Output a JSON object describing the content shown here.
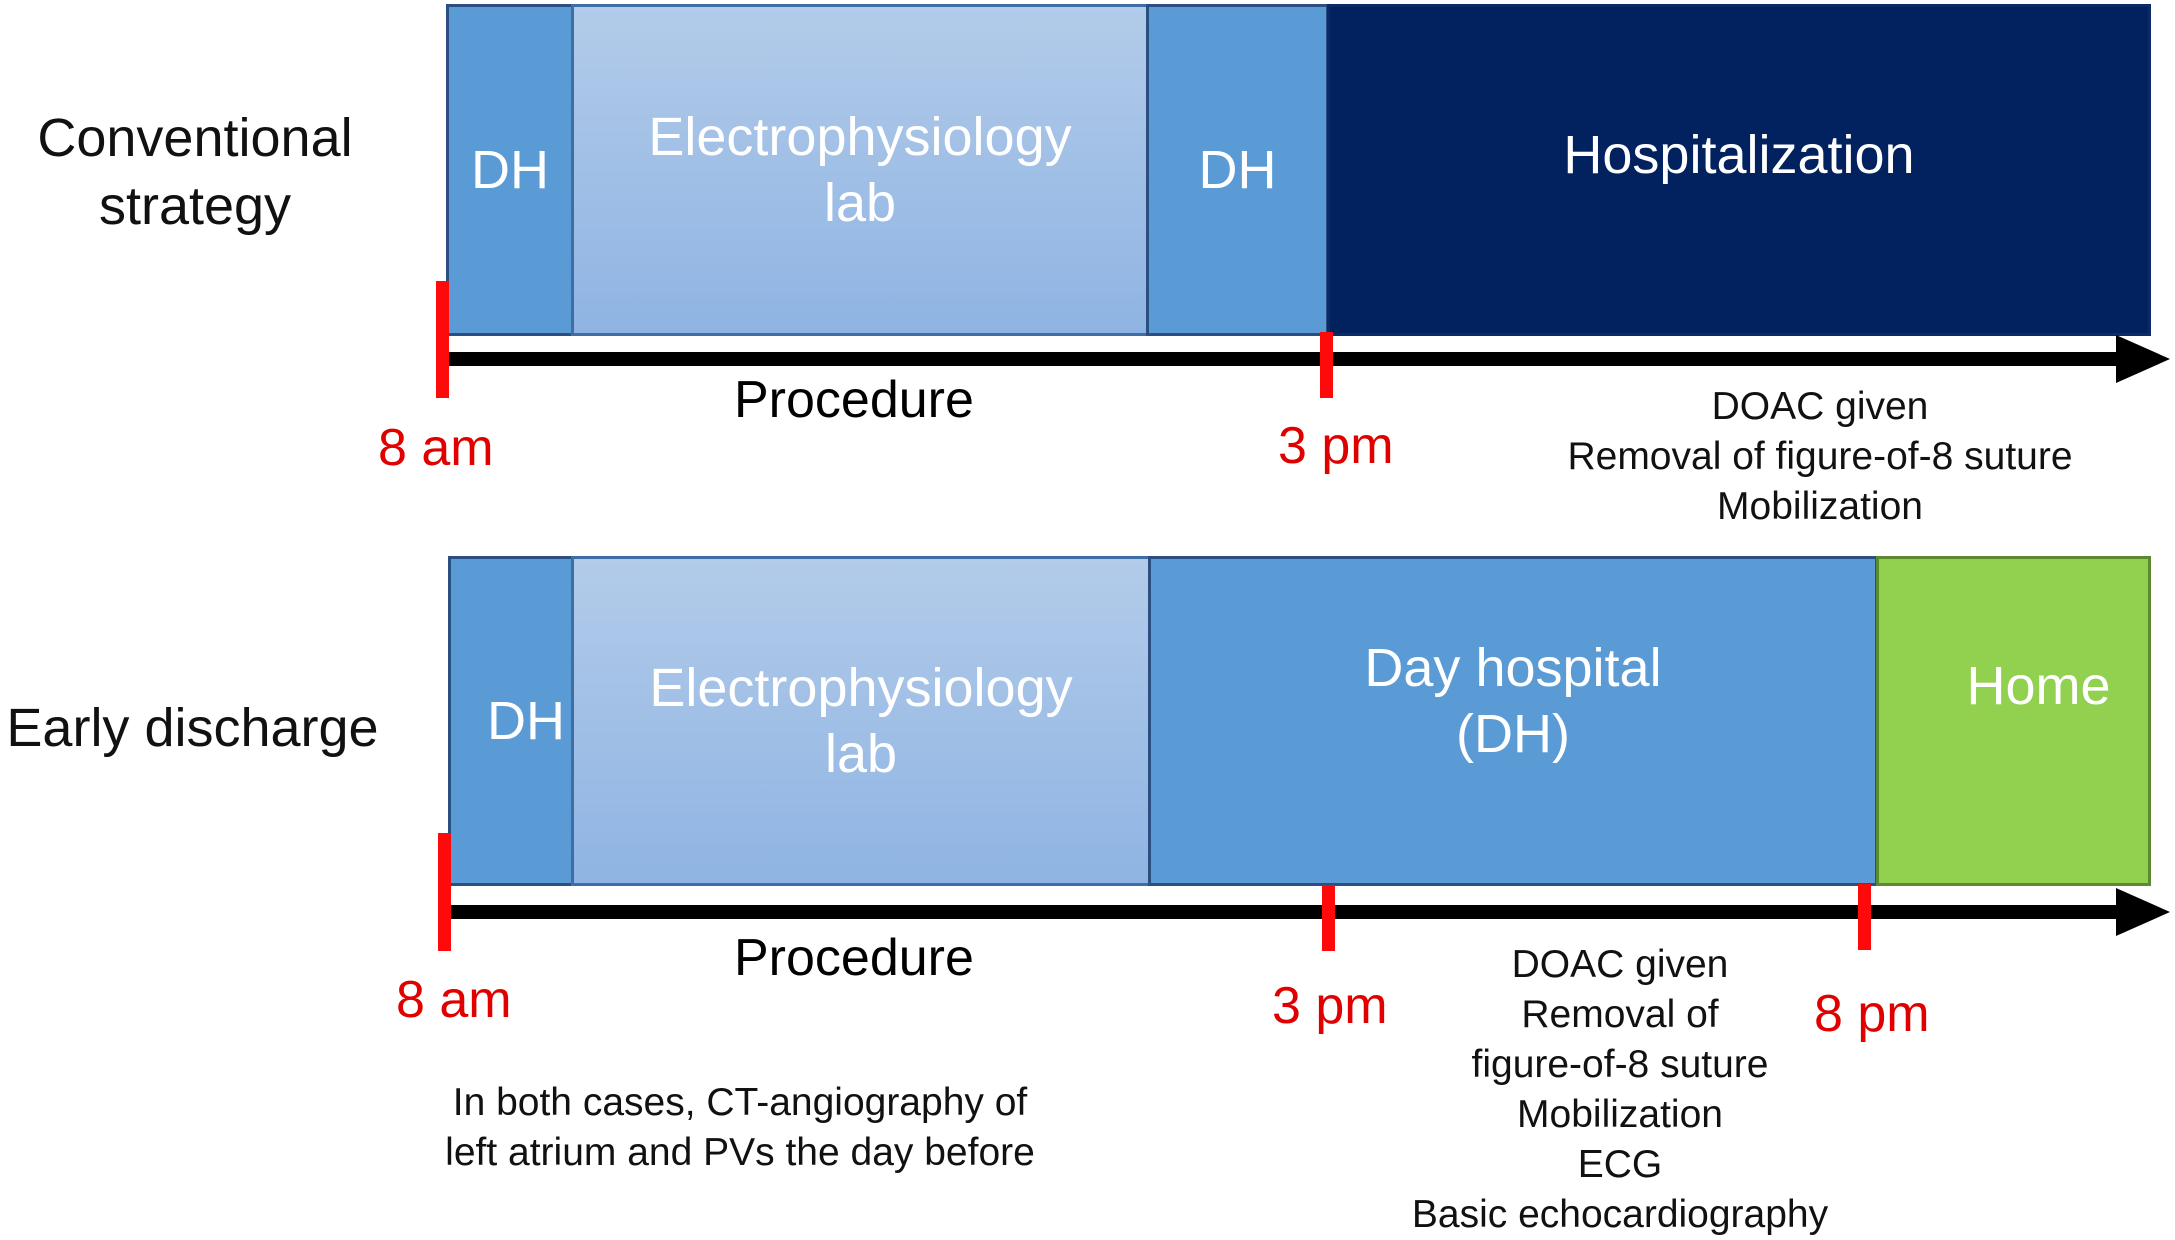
{
  "conventional": {
    "label": "Conventional\nstrategy",
    "segments": {
      "dh1": "DH",
      "lab": "Electrophysiology\nlab",
      "dh2": "DH",
      "hospitalization": "Hospitalization"
    },
    "procedure_label": "Procedure",
    "time_start": "8 am",
    "time_mid": "3 pm",
    "notes": [
      "DOAC given",
      "Removal of figure-of-8 suture",
      "Mobilization"
    ]
  },
  "early": {
    "label": "Early discharge",
    "segments": {
      "dh1": "DH",
      "lab": "Electrophysiology\nlab",
      "day_hospital": "Day hospital\n(DH)",
      "home": "Home"
    },
    "procedure_label": "Procedure",
    "time_start": "8 am",
    "time_mid": "3 pm",
    "time_end": "8 pm",
    "notes": [
      "DOAC given",
      "Removal of",
      "figure-of-8 suture",
      "Mobilization",
      "ECG",
      "Basic echocardiography"
    ]
  },
  "footnote": [
    "In both cases, CT-angiography of",
    "left atrium and PVs the day before"
  ],
  "colors": {
    "dh_blue": "#5b9bd5",
    "lab_light_blue": "#9dbde6",
    "hospitalization_navy": "#02215f",
    "home_green": "#92d050",
    "time_red": "#e00000"
  }
}
